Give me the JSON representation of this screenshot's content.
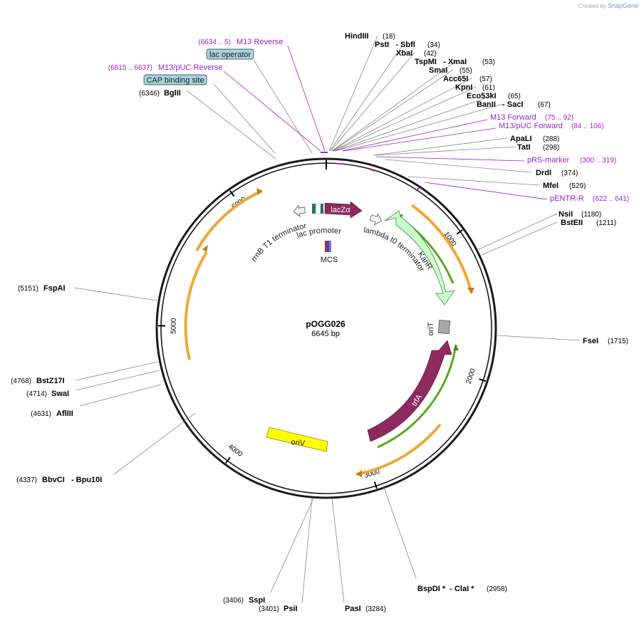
{
  "credit": {
    "prefix": "Created by",
    "brand": "SnapGene"
  },
  "plasmid": {
    "name": "pOGG026",
    "length_label": "6645 bp",
    "length": 6645
  },
  "ticks": [
    {
      "bp": 1000,
      "label": "1000"
    },
    {
      "bp": 2000,
      "label": "2000"
    },
    {
      "bp": 3000,
      "label": "3000"
    },
    {
      "bp": 4000,
      "label": "4000"
    },
    {
      "bp": 5000,
      "label": "5000"
    },
    {
      "bp": 6000,
      "label": "6000"
    }
  ],
  "enzymes_right": [
    {
      "name": "HindIII",
      "pos": "(18)",
      "bp": 18
    },
    {
      "name": "PstI   - SbfI",
      "pos": "(34)",
      "bp": 34
    },
    {
      "name": "XbaI",
      "pos": "(42)",
      "bp": 42
    },
    {
      "name": "TspMI   - XmaI",
      "pos": "(53)",
      "bp": 53
    },
    {
      "name": "SmaI",
      "pos": "(55)",
      "bp": 55
    },
    {
      "name": "Acc65I",
      "pos": "(57)",
      "bp": 57
    },
    {
      "name": "KpnI",
      "pos": "(61)",
      "bp": 61
    },
    {
      "name": "Eco53kI",
      "pos": "(65)",
      "bp": 65
    },
    {
      "name": "BanII   - SacI",
      "pos": "(67)",
      "bp": 67
    },
    {
      "name": "ApaLI",
      "pos": "(288)",
      "bp": 288
    },
    {
      "name": "TatI",
      "pos": "(298)",
      "bp": 298
    },
    {
      "name": "DrdI",
      "pos": "(374)",
      "bp": 374
    },
    {
      "name": "MfeI",
      "pos": "(529)",
      "bp": 529
    },
    {
      "name": "NsiI",
      "pos": "(1180)",
      "bp": 1180
    },
    {
      "name": "BstEII",
      "pos": "(1211)",
      "bp": 1211
    },
    {
      "name": "FseI",
      "pos": "(1715)",
      "bp": 1715
    },
    {
      "name": "BspDI *  - ClaI *",
      "pos": "(2958)",
      "bp": 2958
    },
    {
      "name": "PasI",
      "pos": "(3284)",
      "bp": 3284
    }
  ],
  "enzymes_left": [
    {
      "name": "BglII",
      "pos": "(6346)",
      "bp": 6346
    },
    {
      "name": "FspAI",
      "pos": "(5151)",
      "bp": 5151
    },
    {
      "name": "BstZ17I",
      "pos": "(4768)",
      "bp": 4768
    },
    {
      "name": "SwaI",
      "pos": "(4714)",
      "bp": 4714
    },
    {
      "name": "AflIII",
      "pos": "(4631)",
      "bp": 4631
    },
    {
      "name": "BbvCI   - Bpu10I",
      "pos": "(4337)",
      "bp": 4337
    },
    {
      "name": "SspI",
      "pos": "(3406)",
      "bp": 3406
    },
    {
      "name": "PsiI",
      "pos": "(3401)",
      "bp": 3401
    }
  ],
  "primers": [
    {
      "name": "M13 Reverse",
      "range": "(6634 .. 5)",
      "bp": 6640
    },
    {
      "name": "M13/pUC Reverse",
      "range": "(6615 .. 6637)",
      "bp": 6626
    },
    {
      "name": "M13 Forward",
      "range": "(75 .. 92)",
      "bp": 84
    },
    {
      "name": "M13/pUC Forward",
      "range": "(84 .. 106)",
      "bp": 95
    },
    {
      "name": "pRS-marker",
      "range": "(300 .. 319)",
      "bp": 310
    },
    {
      "name": "pENTR-R",
      "range": "(622 .. 641)",
      "bp": 632
    }
  ],
  "boxed_labels": [
    {
      "name": "lac operator"
    },
    {
      "name": "CAP binding site"
    }
  ],
  "features": [
    {
      "name": "lacZα",
      "color": "#8e2a5e"
    },
    {
      "name": "KanR",
      "color": "#ccffcc"
    },
    {
      "name": "trfA",
      "color": "#8e2a5e"
    },
    {
      "name": "oriV",
      "color": "#ffff00"
    },
    {
      "name": "oriT",
      "color": "#a8a8a8"
    },
    {
      "name": "lac promoter",
      "color": "#2e6b77"
    },
    {
      "name": "rrnB T1 terminator",
      "color": "#f0f0f0"
    },
    {
      "name": "lambda t0 terminator",
      "color": "#f0f0f0"
    },
    {
      "name": "MCS",
      "color": "#9966cc"
    }
  ],
  "colors": {
    "backbone": "#1a1a1a",
    "orf": "#f0a838",
    "orf_green": "#5aaa22",
    "primer": "#a020c8",
    "lead": "#888888"
  }
}
